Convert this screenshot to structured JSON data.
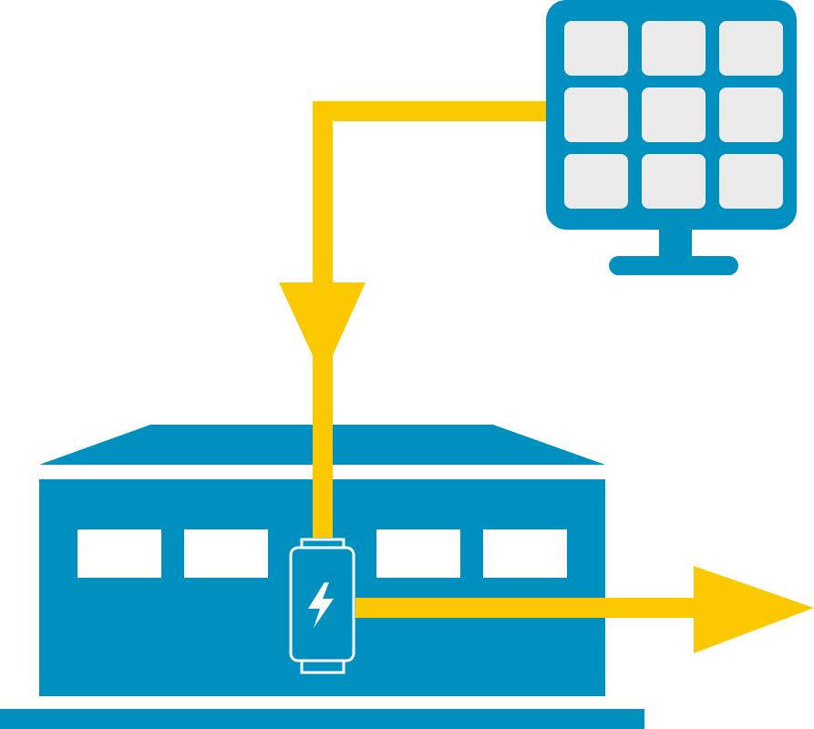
{
  "colors": {
    "primary_blue": "#0090c0",
    "energy_yellow": "#fcc800",
    "panel_cell": "#ebebeb",
    "window": "#ffffff",
    "battery_outline": "#ffffff"
  },
  "icons": {
    "source": "solar-panel-icon",
    "storage": "battery-icon",
    "charge_symbol": "lightning-bolt-icon",
    "building": "building-icon"
  },
  "flows": [
    {
      "from": "solar-panel",
      "to": "battery"
    },
    {
      "from": "battery",
      "to": "output"
    }
  ]
}
